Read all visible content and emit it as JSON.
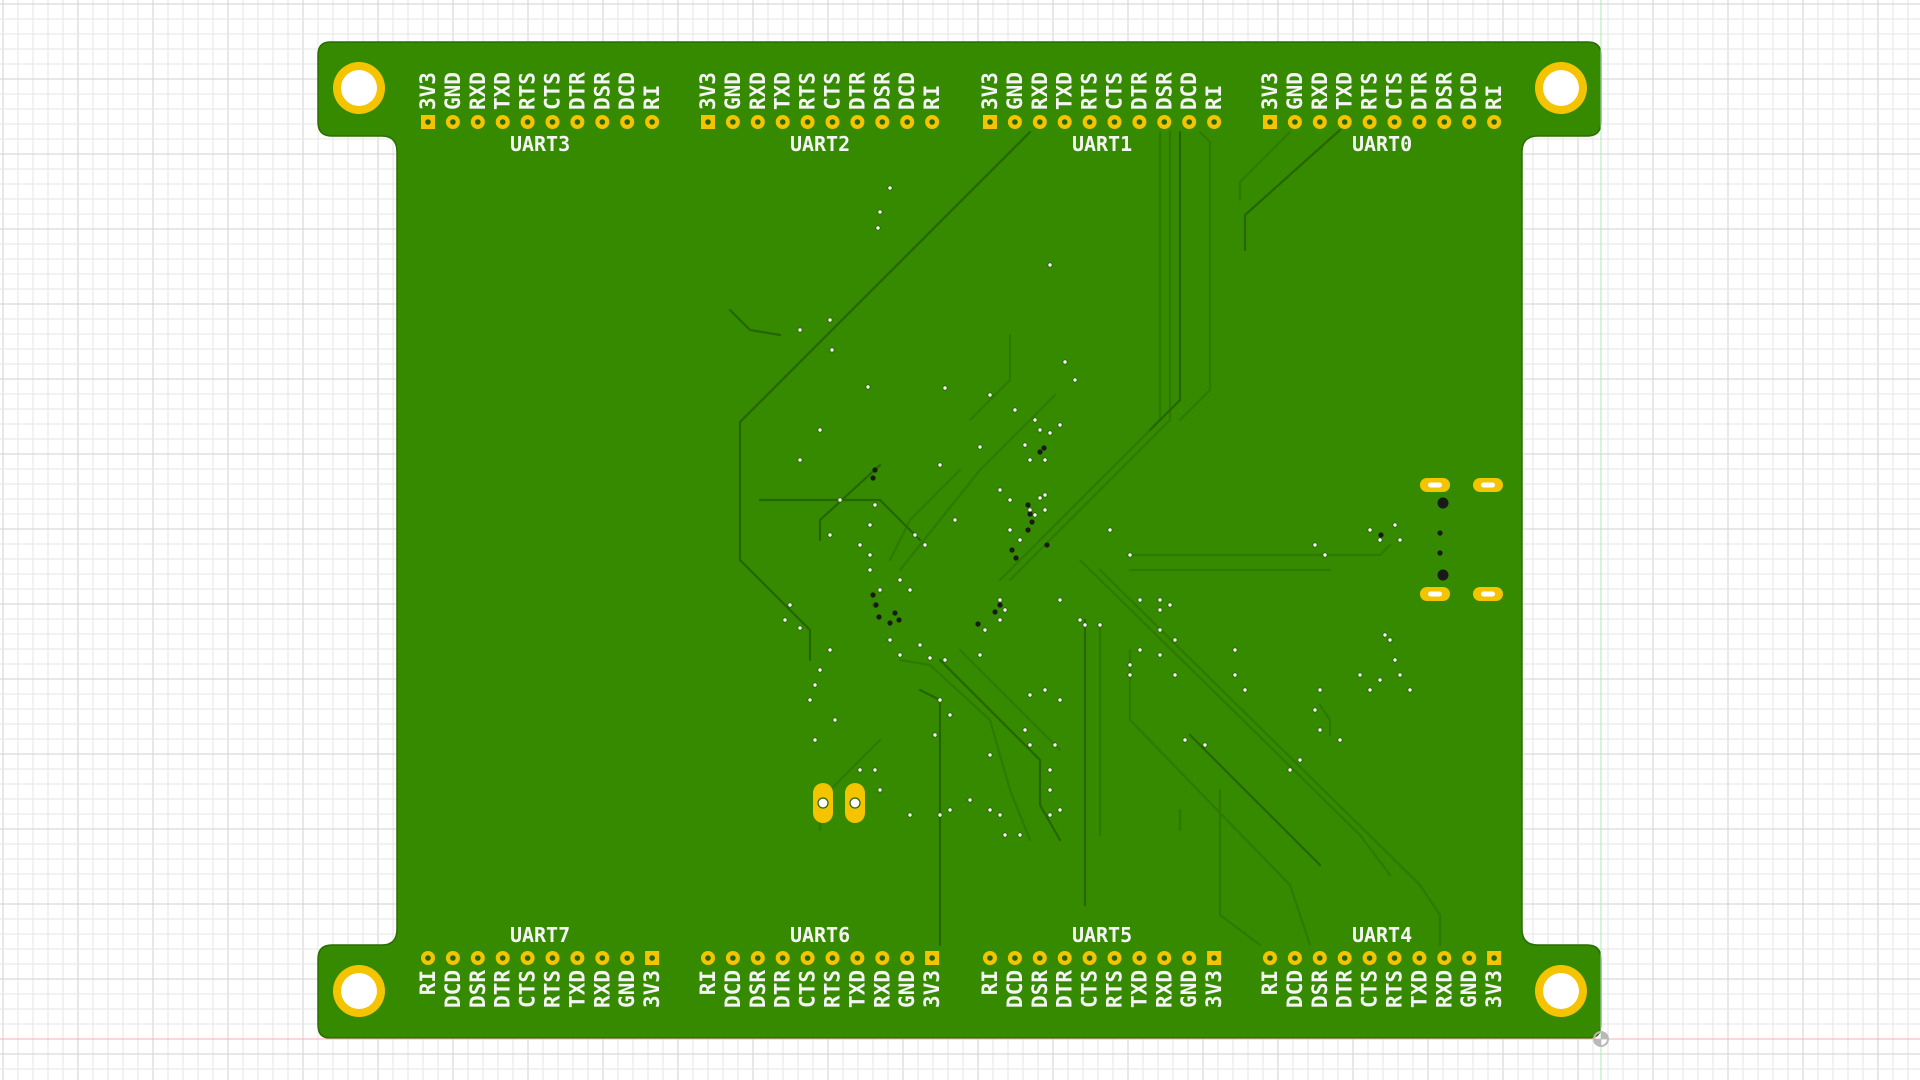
{
  "colors": {
    "background": "#ffffff",
    "grid_minor": "#e5e5e5",
    "grid_major": "#d2d2d2",
    "board": "#358a00",
    "board_edge": "#2a6d00",
    "trace": "#2e7a00",
    "trace_dark": "#256600",
    "silkscreen": "#f4f4f4",
    "pad_gold": "#f5c400",
    "pad_ring": "#e9b000",
    "hole": "#ffffff",
    "via": "#1a1a1a",
    "origin_red": "#f4b0b0",
    "origin_green": "#b0e8b0",
    "marker": "#b9b9b9"
  },
  "uart_pin_labels_top": [
    "3V3",
    "GND",
    "RXD",
    "TXD",
    "RTS",
    "CTS",
    "DTR",
    "DSR",
    "DCD",
    "RI"
  ],
  "uart_pin_labels_bottom": [
    "RI",
    "DCD",
    "DSR",
    "DTR",
    "CTS",
    "RTS",
    "TXD",
    "RXD",
    "GND",
    "3V3"
  ],
  "headers_top": [
    {
      "name": "UART3"
    },
    {
      "name": "UART2"
    },
    {
      "name": "UART1"
    },
    {
      "name": "UART0"
    }
  ],
  "headers_bottom": [
    {
      "name": "UART7"
    },
    {
      "name": "UART6"
    },
    {
      "name": "UART5"
    },
    {
      "name": "UART4"
    }
  ]
}
